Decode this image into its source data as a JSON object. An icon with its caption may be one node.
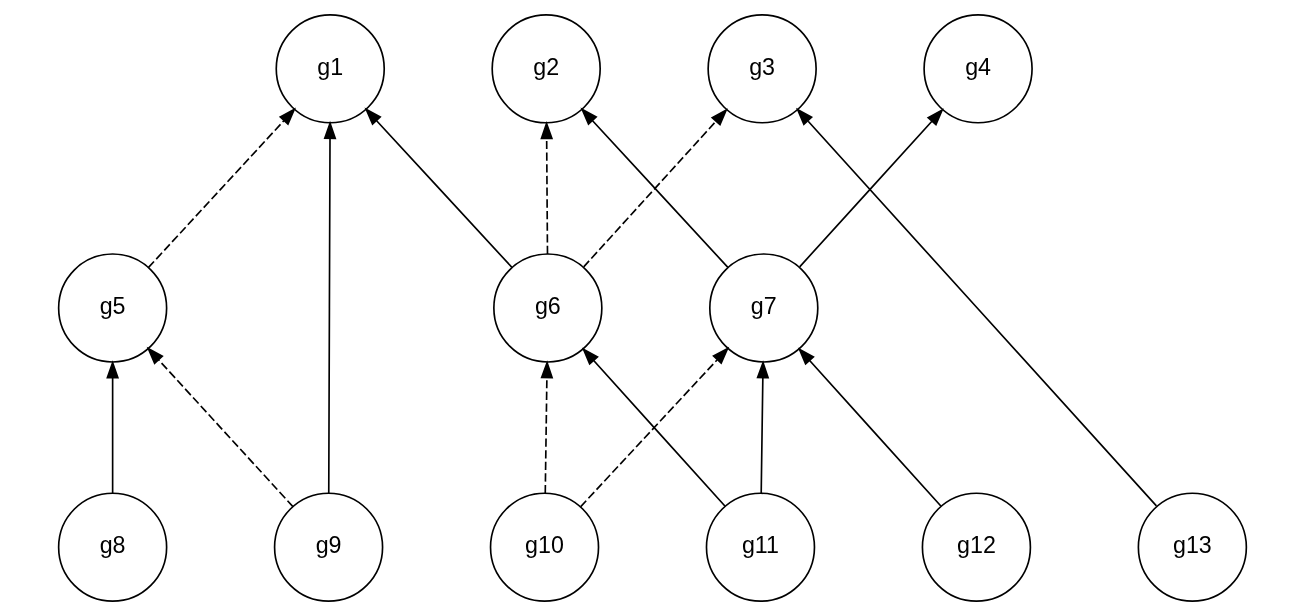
{
  "diagram": {
    "nodes": [
      {
        "text": [
          "g1"
        ]
      },
      {
        "text": [
          "g2"
        ]
      },
      {
        "text": [
          "g3"
        ]
      },
      {
        "text": [
          "g4"
        ]
      },
      {
        "text": [
          "g5"
        ]
      },
      {
        "text": [
          "g6"
        ]
      },
      {
        "text": [
          "g7"
        ]
      },
      {
        "text": [
          "g8"
        ]
      },
      {
        "text": [
          "g9"
        ]
      },
      {
        "text": [
          "g10"
        ]
      },
      {
        "text": [
          "g11"
        ]
      },
      {
        "text": [
          "g12"
        ]
      },
      {
        "text": [
          "g13"
        ]
      }
    ],
    "edges": [
      {
        "from": 4,
        "to": 0,
        "arrow": "to",
        "style": "dashed"
      },
      {
        "from": 8,
        "to": 0,
        "arrow": "to"
      },
      {
        "from": 5,
        "to": 0,
        "arrow": "to"
      },
      {
        "from": 5,
        "to": 1,
        "arrow": "to",
        "style": "dashed"
      },
      {
        "from": 5,
        "to": 2,
        "arrow": "to",
        "style": "dashed"
      },
      {
        "from": 6,
        "to": 1,
        "arrow": "to"
      },
      {
        "from": 6,
        "to": 3,
        "arrow": "to"
      },
      {
        "from": 12,
        "to": 2,
        "arrow": "to"
      },
      {
        "from": 7,
        "to": 4,
        "arrow": "to"
      },
      {
        "from": 8,
        "to": 4,
        "arrow": "to",
        "style": "dashed"
      },
      {
        "from": 9,
        "to": 5,
        "arrow": "to",
        "style": "dashed"
      },
      {
        "from": 10,
        "to": 5,
        "arrow": "to"
      },
      {
        "from": 9,
        "to": 6,
        "arrow": "to",
        "style": "dashed"
      },
      {
        "from": 10,
        "to": 6,
        "arrow": "to"
      },
      {
        "from": 11,
        "to": 6,
        "arrow": "to"
      }
    ]
  }
}
